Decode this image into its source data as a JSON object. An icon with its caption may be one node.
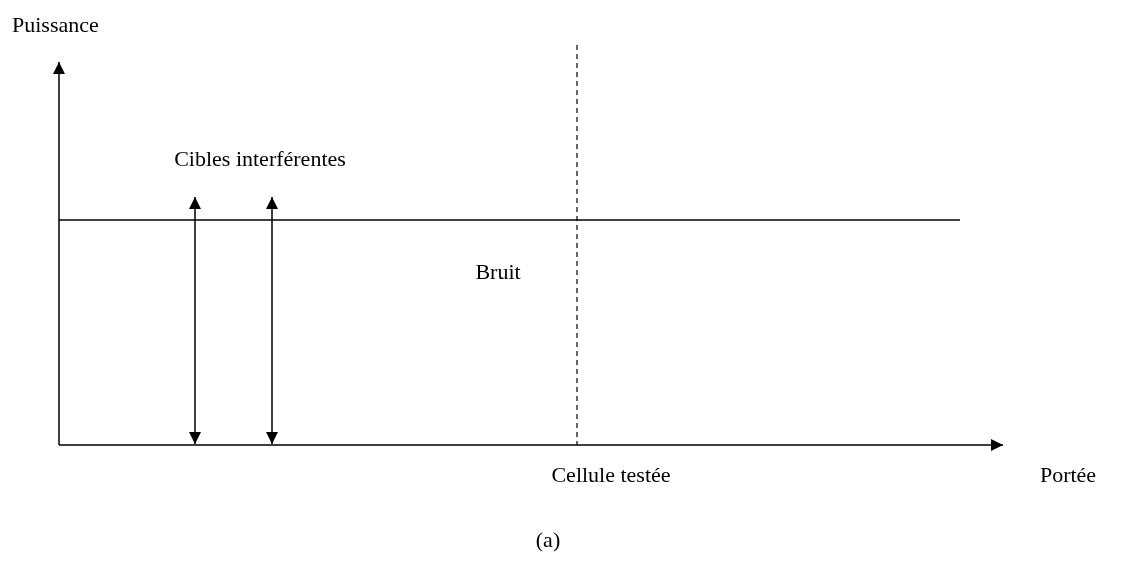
{
  "diagram": {
    "caption": "(a)",
    "labels": [
      "Puissance",
      "Cibles interférentes",
      "Bruit",
      "Cellule testée",
      "Portée"
    ]
  }
}
